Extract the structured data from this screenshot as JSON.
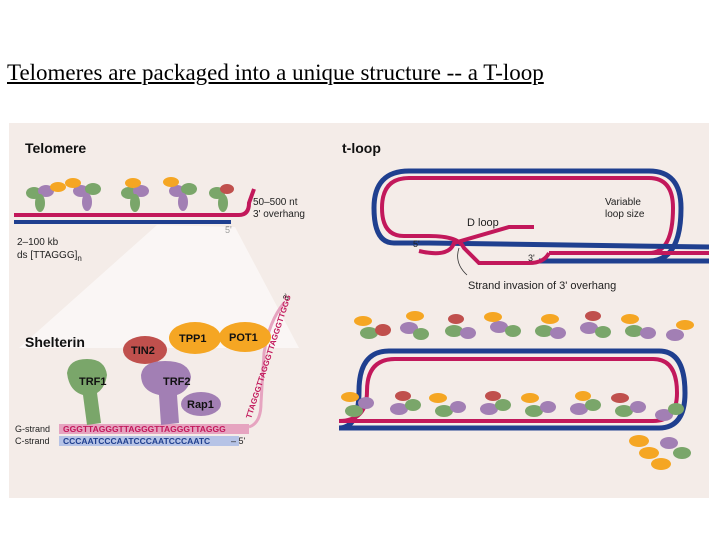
{
  "slide": {
    "title": "Telomeres are packaged into a  unique structure -- a T-loop"
  },
  "telomere_panel": {
    "heading": "Telomere",
    "overhang_length": "50–500 nt",
    "overhang_label": "3' overhang",
    "five_prime": "5'",
    "ds_length": "2–100 kb",
    "ds_repeat": "ds [TTAGGG]",
    "ds_subscript": "n"
  },
  "tloop_panel": {
    "heading": "t-loop",
    "variable_line1": "Variable",
    "variable_line2": "loop size",
    "d_loop": "D loop",
    "five_prime": "5'",
    "three_prime": "3'",
    "strand_invasion": "Strand invasion of 3' overhang"
  },
  "shelterin_panel": {
    "heading": "Shelterin",
    "proteins": {
      "tin2": "TIN2",
      "tpp1": "TPP1",
      "pot1": "POT1",
      "trf1": "TRF1",
      "trf2": "TRF2",
      "rap1": "Rap1"
    },
    "g_strand_label": "G-strand",
    "c_strand_label": "C-strand",
    "g_strand_seq": "GGGTTAGGGTTAGGGTTAGGGTTAGGG",
    "c_strand_seq": "CCCAATCCCAATCCCAATCCCAATC",
    "c_five_prime": "– 5'",
    "overhang_seq": "TTAGGGTTAGGGTTAGGGTTGGG",
    "overhang_end": "3'"
  },
  "colors": {
    "figure_bg": "#f4ece8",
    "g_strand": "#c2185b",
    "c_strand": "#1f3f8f",
    "green_protein": "#7aa66a",
    "purple_protein": "#a27fb4",
    "orange_protein": "#f5a623",
    "red_protein": "#c0504d"
  }
}
